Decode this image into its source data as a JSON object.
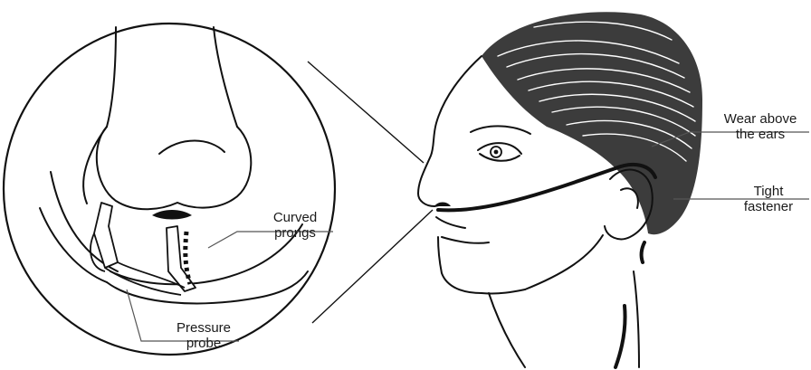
{
  "labels": {
    "curved_prongs": [
      "Curved",
      "prongs"
    ],
    "pressure_probe": [
      "Pressure",
      "probe"
    ],
    "wear_above": [
      "Wear above",
      "the ears"
    ],
    "tight_fastener": [
      "Tight",
      "fastener"
    ]
  },
  "colors": {
    "ink": "#111111",
    "hair": "#3c3c3c",
    "leader": "#555555",
    "background": "#ffffff"
  }
}
